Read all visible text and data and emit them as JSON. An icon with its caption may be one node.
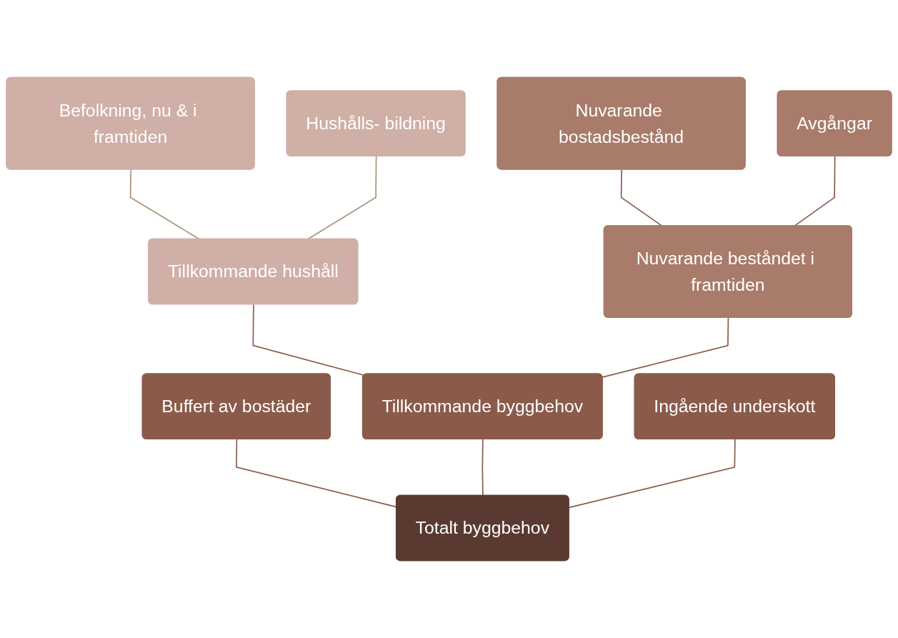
{
  "diagram": {
    "nodes": [
      {
        "text": [
          "Befolkning, nu & i framtiden"
        ]
      },
      {
        "text": [
          "Hushålls- bildning"
        ]
      },
      {
        "text": [
          "Nuvarande bostadsbestånd"
        ]
      },
      {
        "text": [
          "Avgångar"
        ]
      },
      {
        "text": [
          "Tillkommande hushåll"
        ]
      },
      {
        "text": [
          "Nuvarande beståndet i framtiden"
        ]
      },
      {
        "text": [
          "Buffert av bostäder"
        ]
      },
      {
        "text": [
          "Tillkommande byggbehov"
        ]
      },
      {
        "text": [
          "Ingående underskott"
        ]
      },
      {
        "text": [
          "Totalt byggbehov"
        ]
      }
    ],
    "edges": [
      {
        "from": 0,
        "to": 4,
        "arrow": "none",
        "color": "#a8927a"
      },
      {
        "from": 1,
        "to": 4,
        "arrow": "none",
        "color": "#a8927a"
      },
      {
        "from": 2,
        "to": 5,
        "arrow": "none"
      },
      {
        "from": 3,
        "to": 5,
        "arrow": "none"
      },
      {
        "from": 4,
        "to": 7,
        "arrow": "none"
      },
      {
        "from": 5,
        "to": 7,
        "arrow": "none"
      },
      {
        "from": 6,
        "to": 9,
        "arrow": "none"
      },
      {
        "from": 7,
        "to": 9,
        "arrow": "none"
      },
      {
        "from": 8,
        "to": 9,
        "arrow": "none"
      }
    ]
  }
}
